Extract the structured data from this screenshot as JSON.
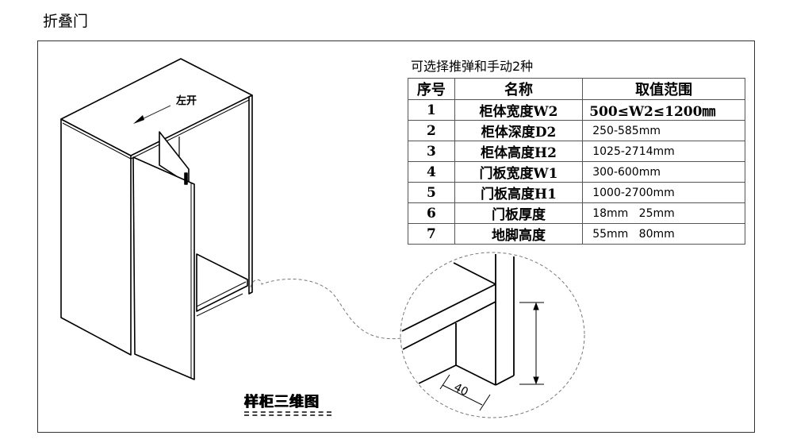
{
  "title": "折叠门",
  "subtitle": "可选择推弹和手动2种",
  "table": {
    "headers": [
      "序号",
      "名称",
      "取值范围"
    ],
    "rows": [
      {
        "no": "1",
        "name": "柜体宽度W2",
        "range": "500≤W2≤1200㎜"
      },
      {
        "no": "2",
        "name": "柜体深度D2",
        "range": "250-585mm"
      },
      {
        "no": "3",
        "name": "柜体高度H2",
        "range": "1025-2714mm"
      },
      {
        "no": "4",
        "name": "门板宽度W1",
        "range": "300-600mm"
      },
      {
        "no": "5",
        "name": "门板高度H1",
        "range": "1000-2700mm"
      },
      {
        "no": "6",
        "name": "门板厚度",
        "range": "18mm   25mm"
      },
      {
        "no": "7",
        "name": "地脚高度",
        "range": "55mm   80mm"
      }
    ]
  },
  "drawing": {
    "open_direction": "左开",
    "caption": "样柜三维图",
    "detail_dimension": "40"
  }
}
